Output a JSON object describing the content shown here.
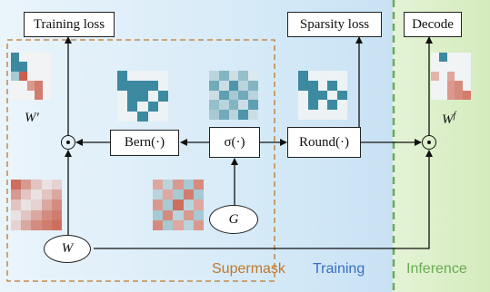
{
  "boxes": {
    "training_loss": "Training loss",
    "sparsity_loss": "Sparsity loss",
    "decode": "Decode",
    "bern": "Bern(·)",
    "sigma": "σ(·)",
    "round": "Round(·)"
  },
  "nodes": {
    "w": "W",
    "g": "G"
  },
  "labels": {
    "w_prime": "W′",
    "w_f_base": "W",
    "w_f_sup": "f"
  },
  "regions": {
    "supermask": "Supermask",
    "training": "Training",
    "inference": "Inference"
  },
  "colors": {
    "training_bg": "#d7ebf8",
    "inference_bg": "#dcefc9",
    "supermask_border": "#c0782c",
    "training_text": "#3a6fbe",
    "inference_text": "#6bab52",
    "inference_border": "#6bab52",
    "mask_teal": "#3c8aa0",
    "weight_red": "#c9604f"
  },
  "matrices": {
    "mask_bern": [
      [
        1,
        0,
        0,
        0,
        0
      ],
      [
        1,
        1,
        1,
        1,
        0
      ],
      [
        0,
        1,
        1,
        0,
        1
      ],
      [
        0,
        1,
        0,
        1,
        0
      ],
      [
        0,
        0,
        1,
        0,
        0
      ]
    ],
    "mask_sigma": [
      [
        0.3,
        0.6,
        0.2,
        0.5,
        0.1
      ],
      [
        0.7,
        0.2,
        0.9,
        0.3,
        0.6
      ],
      [
        0.2,
        0.8,
        0.4,
        0.7,
        0.3
      ],
      [
        0.5,
        0.3,
        0.6,
        0.2,
        0.8
      ],
      [
        0.4,
        0.7,
        0.3,
        0.9,
        0.2
      ]
    ],
    "mask_round": [
      [
        1,
        0,
        0,
        0,
        0
      ],
      [
        1,
        1,
        0,
        1,
        0
      ],
      [
        0,
        1,
        1,
        0,
        1
      ],
      [
        0,
        1,
        0,
        1,
        0
      ],
      [
        0,
        0,
        0,
        0,
        0
      ]
    ],
    "mask_wprime": [
      [
        1,
        0,
        0,
        0,
        0
      ],
      [
        1,
        1,
        0,
        0,
        0
      ],
      [
        0.4,
        1,
        0,
        0,
        0
      ],
      [
        0,
        0,
        0.6,
        0.8,
        0
      ],
      [
        0,
        0,
        0,
        0.8,
        0
      ]
    ],
    "w_full": [
      [
        0.9,
        0.6,
        0.3,
        0.1,
        0.2
      ],
      [
        0.6,
        0.3,
        0.1,
        0.3,
        0.5
      ],
      [
        0.3,
        0.1,
        0.2,
        0.5,
        0.7
      ],
      [
        0.1,
        0.3,
        0.5,
        0.7,
        0.8
      ],
      [
        0.2,
        0.5,
        0.7,
        0.8,
        0.9
      ]
    ],
    "g_noise": [
      [
        0.5,
        0.3,
        0.6,
        0.4,
        0.7
      ],
      [
        0.3,
        0.5,
        0.4,
        0.8,
        0.4
      ],
      [
        0.6,
        0.4,
        0.9,
        0.3,
        0.5
      ],
      [
        0.4,
        0.7,
        0.3,
        0.6,
        0.4
      ],
      [
        0.7,
        0.4,
        0.5,
        0.3,
        0.6
      ]
    ],
    "w_f": [
      [
        0,
        1,
        0,
        0,
        0
      ],
      [
        0,
        0,
        0,
        0,
        0
      ],
      [
        0.4,
        0,
        0.5,
        0,
        0
      ],
      [
        0,
        0,
        0.6,
        0.7,
        0
      ],
      [
        0,
        0,
        0.6,
        0.7,
        0.8
      ]
    ]
  }
}
